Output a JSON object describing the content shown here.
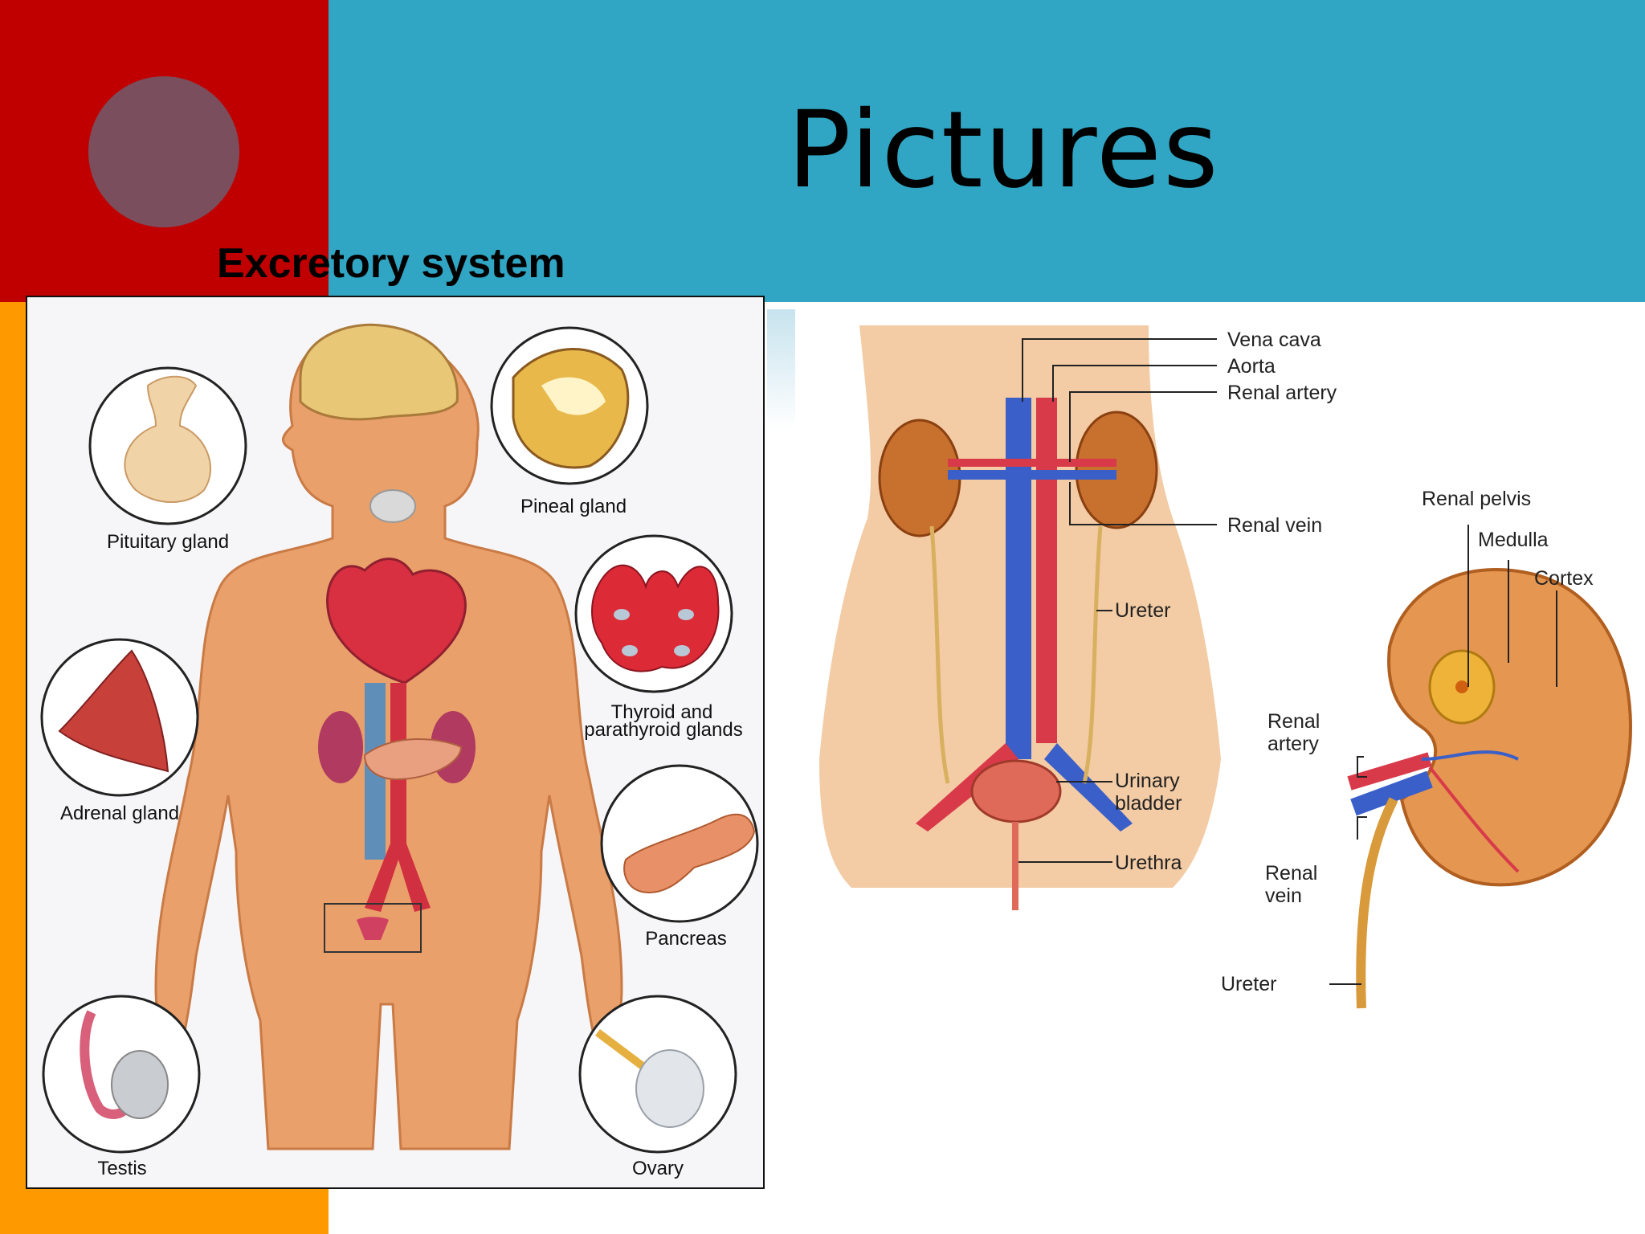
{
  "slide": {
    "title": "Pictures",
    "section_label": "Excretory system"
  },
  "endocrine_diagram": {
    "labels": {
      "pituitary": "Pituitary gland",
      "pineal": "Pineal gland",
      "thyroid_line1": "Thyroid and",
      "thyroid_line2": "parathyroid glands",
      "adrenal": "Adrenal gland",
      "pancreas": "Pancreas",
      "testis": "Testis",
      "ovary": "Ovary"
    }
  },
  "urinary_diagram": {
    "labels": {
      "vena_cava": "Vena cava",
      "aorta": "Aorta",
      "renal_artery": "Renal artery",
      "renal_vein": "Renal vein",
      "ureter": "Ureter",
      "urinary_line1": "Urinary",
      "urinary_line2": "bladder",
      "urethra": "Urethra"
    }
  },
  "kidney_diagram": {
    "labels": {
      "renal_pelvis": "Renal pelvis",
      "medulla": "Medulla",
      "cortex": "Cortex",
      "renal_artery_line1": "Renal",
      "renal_artery_line2": "artery",
      "renal_vein_line1": "Renal",
      "renal_vein_line2": "vein",
      "ureter": "Ureter"
    }
  },
  "colors": {
    "red_block": "#c00000",
    "orange_strip": "#ff9900",
    "title_bar": "#31a6c4",
    "circle": "#7a4e5c"
  }
}
